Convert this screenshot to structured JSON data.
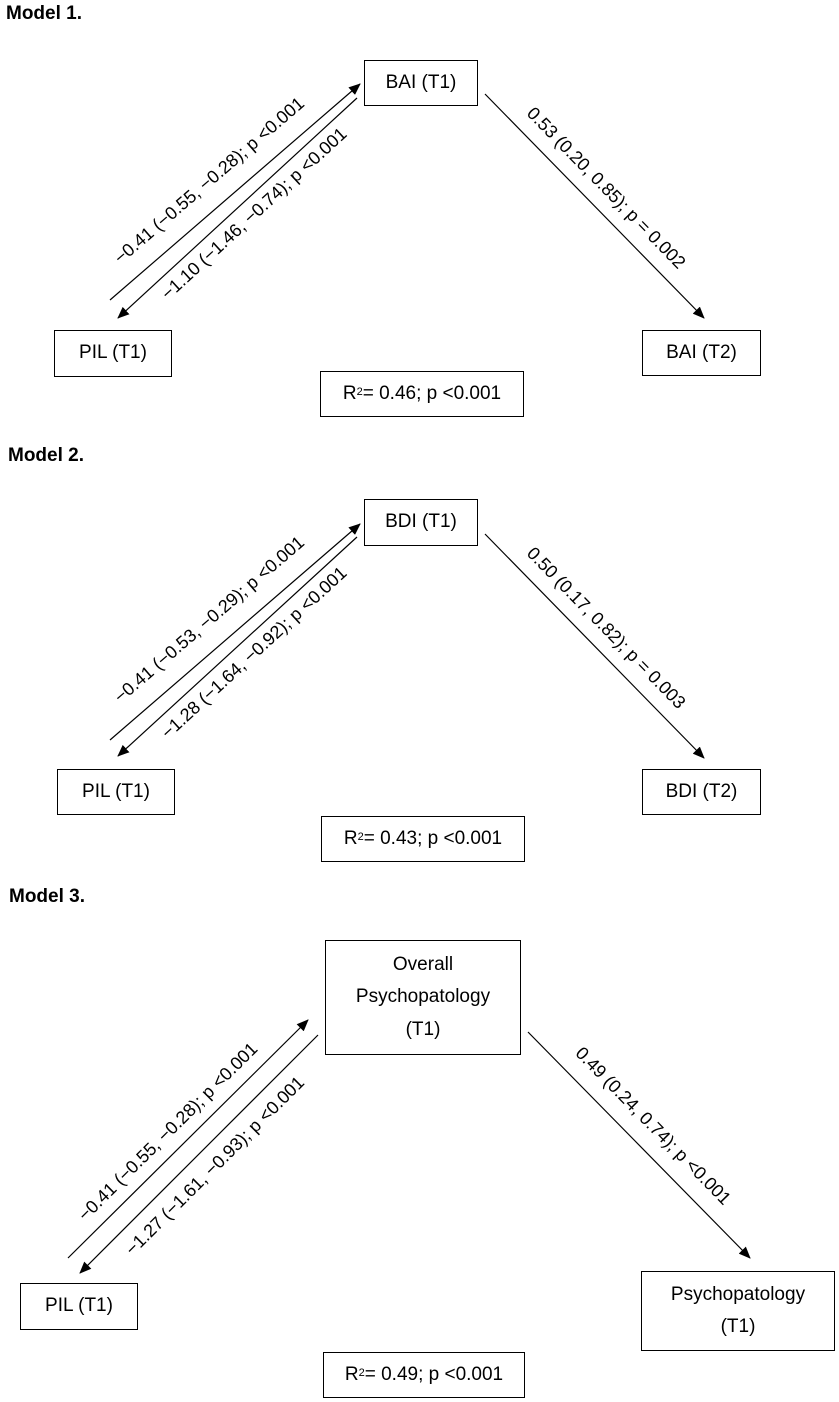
{
  "models": [
    {
      "title": "Model 1.",
      "predictor": "BAI (T1)",
      "mediator": "PIL (T1)",
      "outcome": "BAI (T2)",
      "path_up": "−0.41 (−0.55, −0.28); p <0.001",
      "path_down": "−1.10 (−1.46, −0.74); p <0.001",
      "path_right": "0.53 (0.20, 0.85); p = 0.002",
      "r2_label": "R",
      "r2_sup": "2",
      "r2_rest": " = 0.46; p <0.001"
    },
    {
      "title": "Model 2.",
      "predictor": "BDI (T1)",
      "mediator": "PIL (T1)",
      "outcome": "BDI (T2)",
      "path_up": "−0.41 (−0.53, −0.29); p <0.001",
      "path_down": "−1.28 (−1.64, −0.92); p <0.001",
      "path_right": "0.50 (0.17, 0.82); p = 0.003",
      "r2_label": "R",
      "r2_sup": "2",
      "r2_rest": " = 0.43; p <0.001"
    },
    {
      "title": "Model 3.",
      "predictor_lines": [
        "Overall",
        "Psychopatology",
        "(T1)"
      ],
      "mediator": "PIL (T1)",
      "outcome_lines": [
        "Psychopatology",
        "(T1)"
      ],
      "path_up": "−0.41 (−0.55, −0.28); p <0.001",
      "path_down": "−1.27 (−1.61, −0.93); p <0.001",
      "path_right": "0.49 (0.24, 0.74); p <0.001",
      "r2_label": "R",
      "r2_sup": "2",
      "r2_rest": " = 0.49; p <0.001"
    }
  ]
}
